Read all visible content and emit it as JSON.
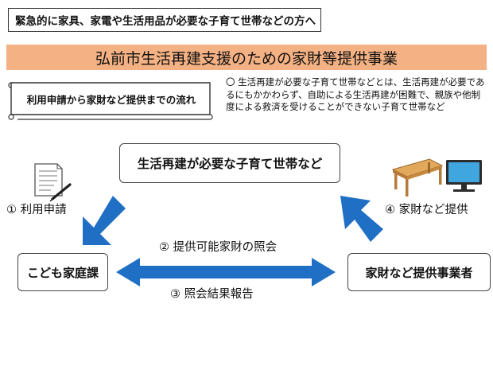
{
  "target_label": "緊急的に家具、家電や生活用品が必要な子育て世帯などの方へ",
  "title": "弘前市生活再建支援のための家財等提供事業",
  "flow_label": "利用申請から家財など提供までの流れ",
  "definition": "〇 生活再建が必要な子育て世帯などとは、生活再建が必要であるにもかかわらず、自助による生活再建が困難で、親族や他制度による救済を受けることができない子育て世帯など",
  "nodes": {
    "household": "生活再建が必要な子育て世帯など",
    "office": "こども家庭課",
    "provider": "家財など提供事業者"
  },
  "steps": {
    "step1": "① 利用申請",
    "step2": "② 提供可能家財の照会",
    "step3": "③ 照会結果報告",
    "step4": "④ 家財など提供"
  },
  "icons": [
    "document-pen-icon",
    "table-icon",
    "monitor-icon"
  ],
  "colors": {
    "title_band": "#f4b183",
    "arrow_blue": "#1f6fc4"
  }
}
